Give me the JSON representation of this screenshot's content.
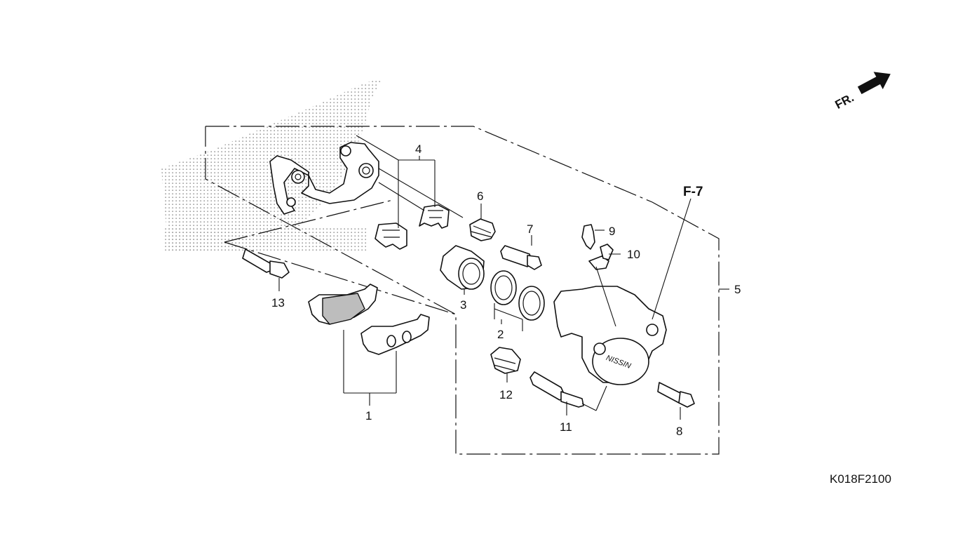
{
  "diagram": {
    "code": "K018F2100",
    "fr_mark": "FR.",
    "ref_marker": "F-7",
    "callouts": {
      "c1": "1",
      "c2": "2",
      "c3": "3",
      "c4": "4",
      "c5": "5",
      "c6": "6",
      "c7": "7",
      "c8": "8",
      "c9": "9",
      "c10": "10",
      "c11": "11",
      "c12": "12",
      "c13": "13"
    },
    "caliper_brand": "NISSIN"
  }
}
